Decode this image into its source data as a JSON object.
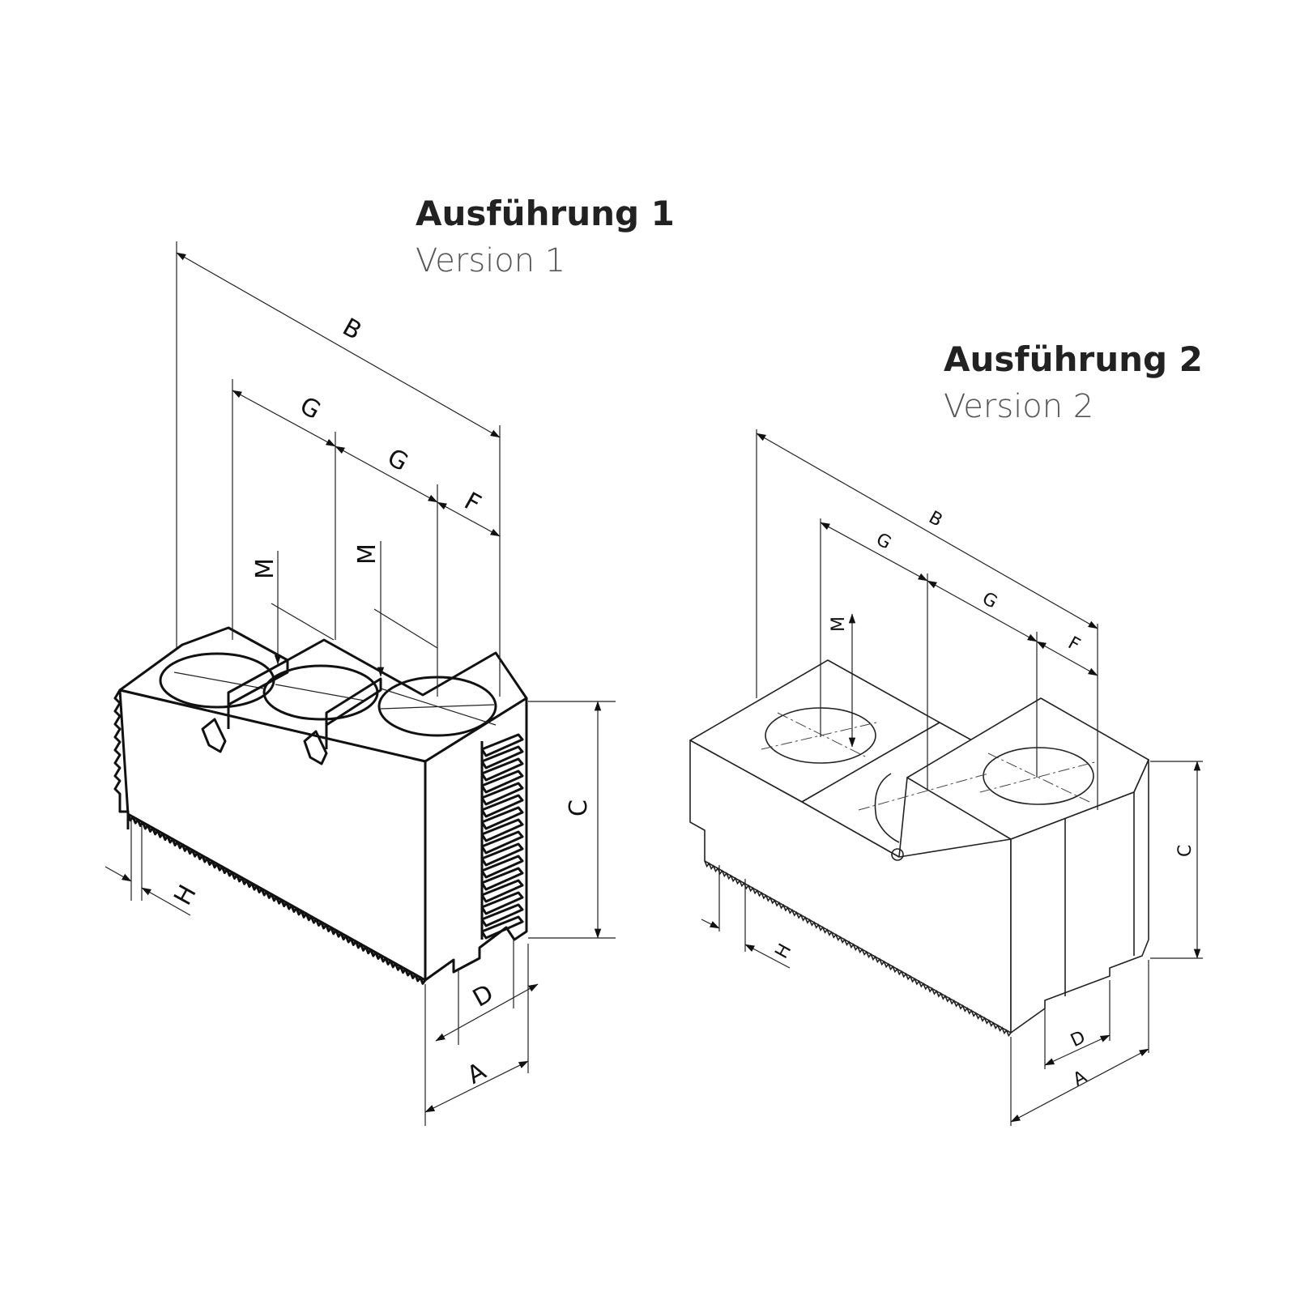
{
  "version1": {
    "title": "Ausführung 1",
    "subtitle": "Version 1",
    "labels": {
      "B": "B",
      "G1": "G",
      "G2": "G",
      "F": "F",
      "M1": "M",
      "M2": "M",
      "C": "C",
      "D": "D",
      "A": "A",
      "H": "H"
    }
  },
  "version2": {
    "title": "Ausführung 2",
    "subtitle": "Version 2",
    "labels": {
      "B": "B",
      "G1": "G",
      "G2": "G",
      "F": "F",
      "M": "M",
      "C": "C",
      "D": "D",
      "A": "A",
      "H": "H"
    }
  },
  "colors": {
    "line": "#111111",
    "title": "#222222",
    "subtitle": "#555555",
    "background": "#ffffff"
  }
}
